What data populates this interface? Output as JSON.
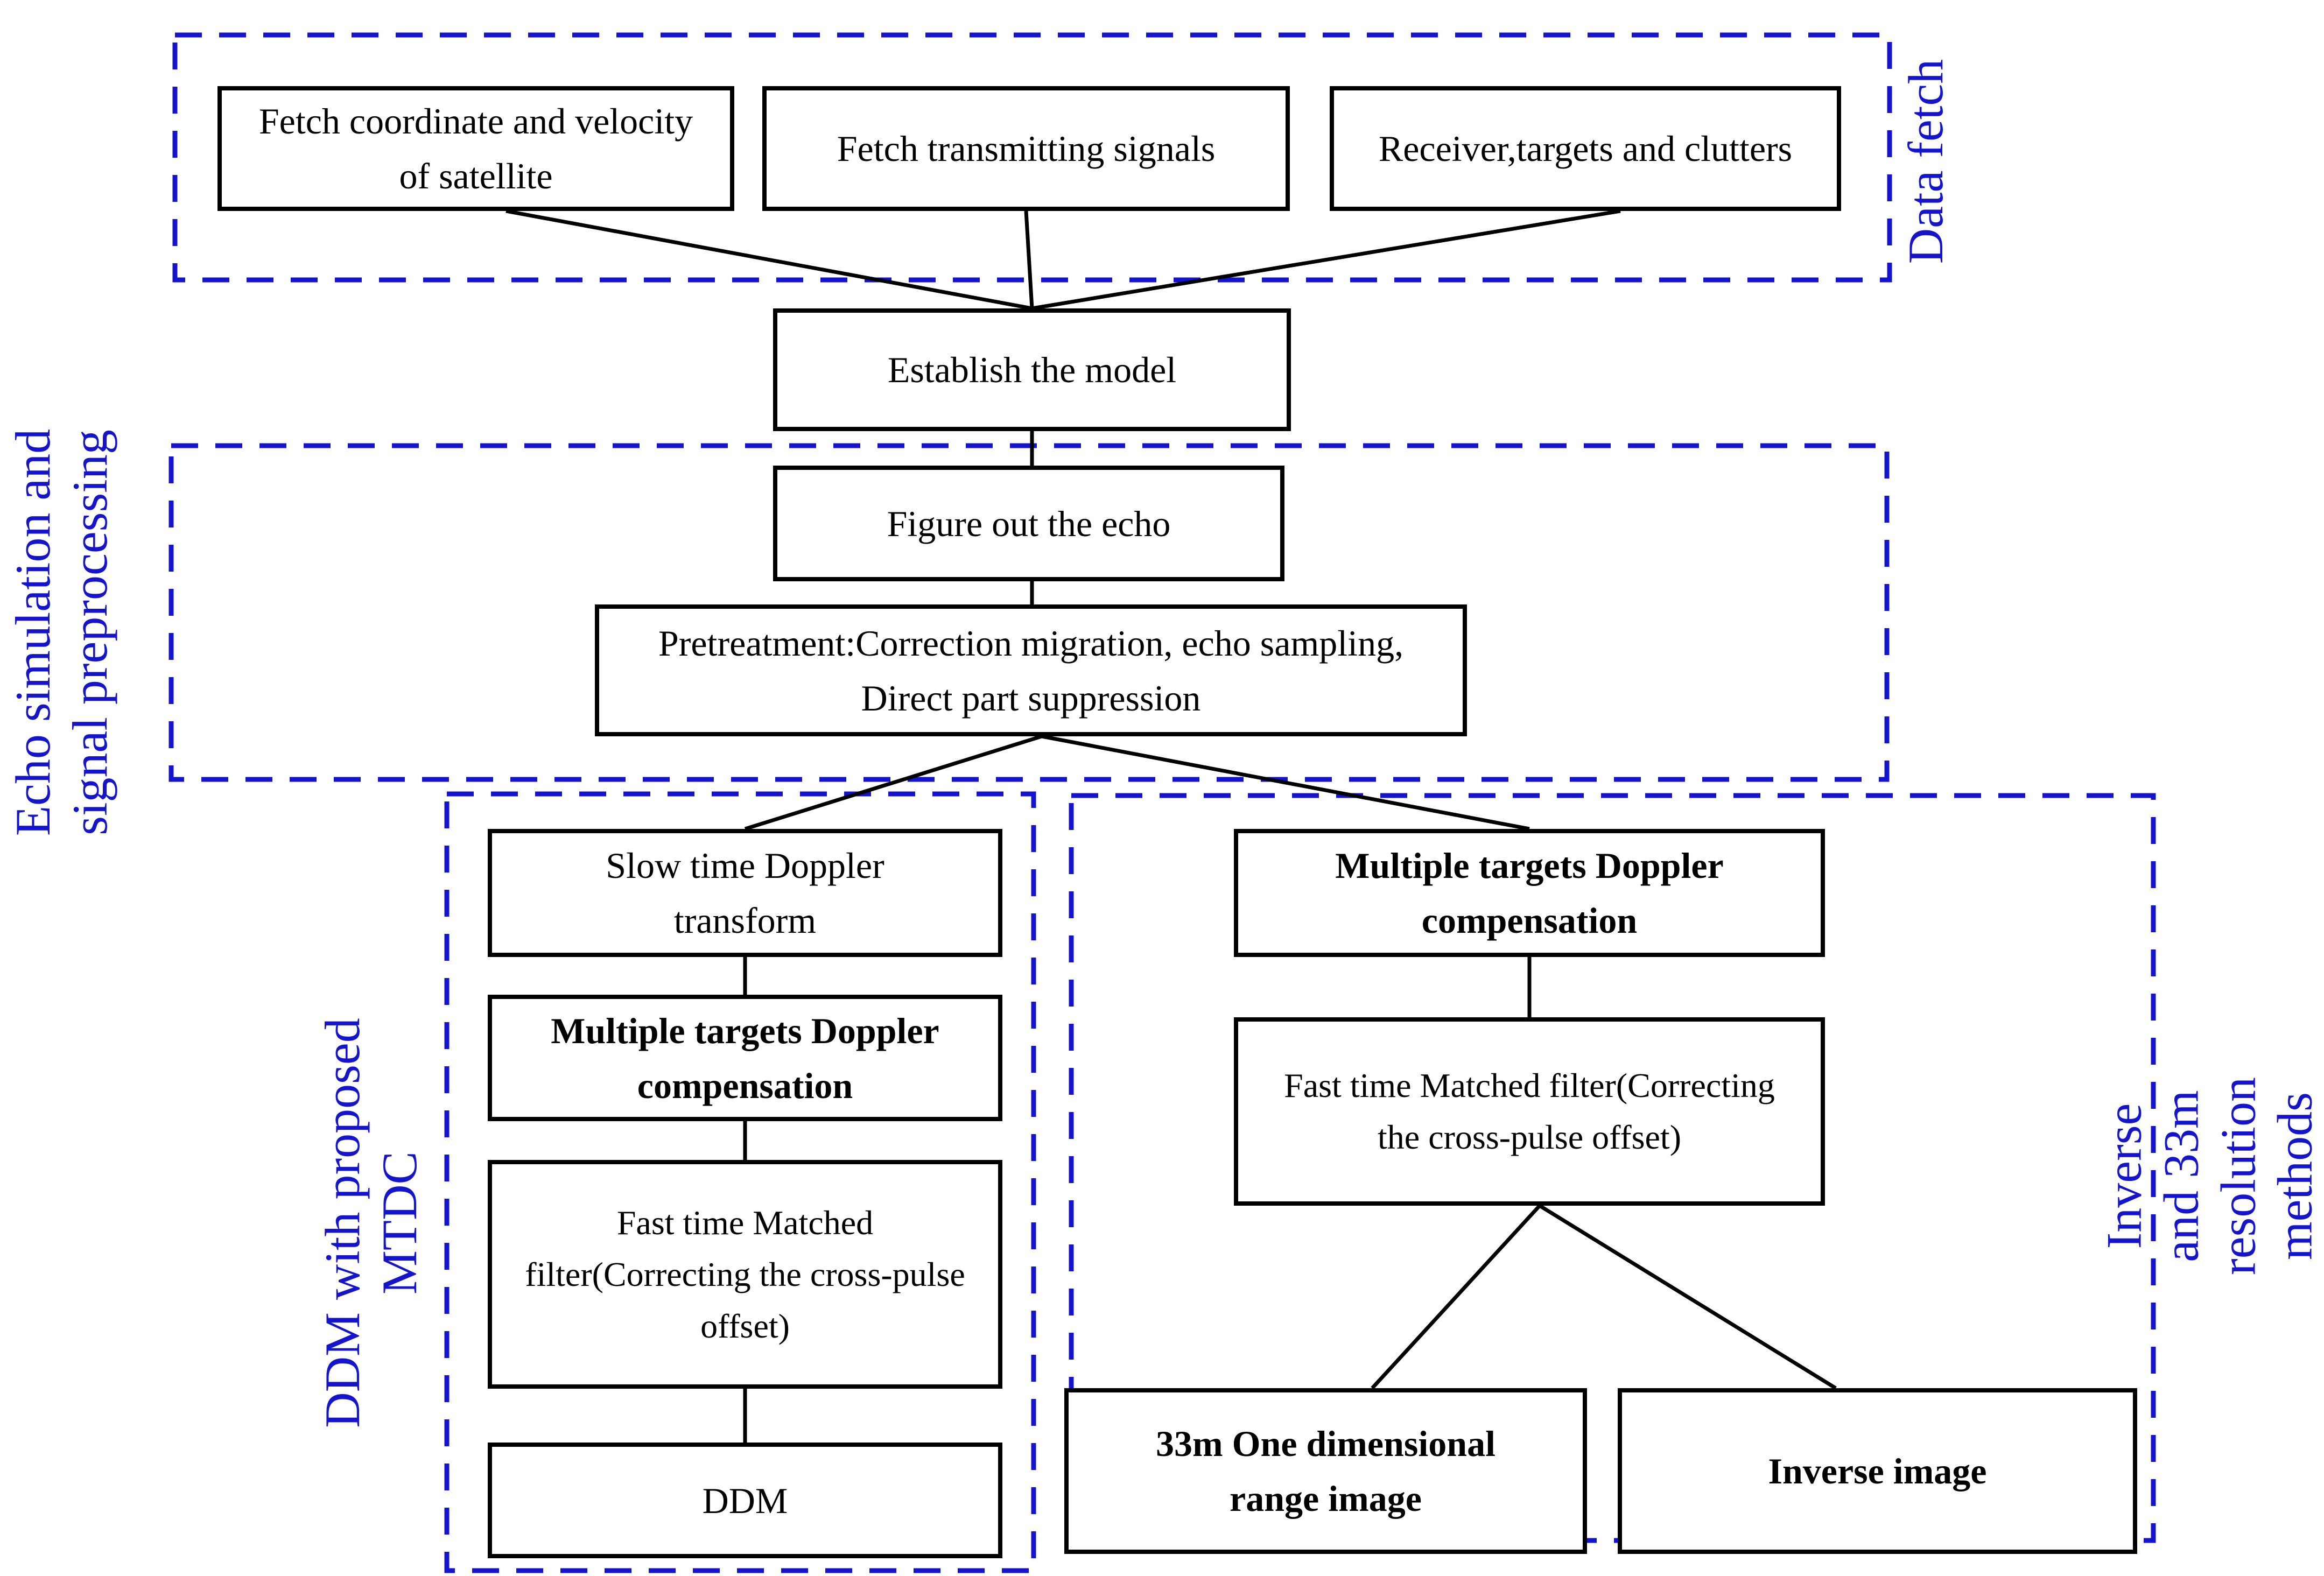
{
  "colors": {
    "group_outline_blue": "#1414CF",
    "node_border_black": "#000000",
    "connector_black": "#000000"
  },
  "groups": {
    "data_fetch": {
      "label": "Data fetch"
    },
    "echo_sim": {
      "label": "Echo simulation and\nsignal preprocessing"
    },
    "ddm_mtdc": {
      "label": "DDM with proposed\nMTDC"
    },
    "inverse_33m": {
      "label": "Inverse and 33m\nresolution methods"
    }
  },
  "nodes": {
    "fetch_coord": {
      "text": "Fetch coordinate and velocity of satellite"
    },
    "fetch_signals": {
      "text": "Fetch transmitting signals"
    },
    "receiver": {
      "text": "Receiver,targets and clutters"
    },
    "establish": {
      "text": "Establish the model"
    },
    "figure_echo": {
      "text": "Figure out the echo"
    },
    "pretreatment": {
      "text": "Pretreatment:Correction migration, echo sampling, Direct part suppression"
    },
    "slow_time": {
      "text": "Slow time Doppler transform"
    },
    "mtdc_left": {
      "text": "Multiple targets Doppler compensation"
    },
    "fast_left": {
      "text": "Fast time Matched filter(Correcting the cross-pulse offset)"
    },
    "ddm": {
      "text": "DDM"
    },
    "mtdc_right": {
      "text": "Multiple targets Doppler compensation"
    },
    "fast_right": {
      "text": "Fast time Matched filter(Correcting the cross-pulse offset)"
    },
    "range_image": {
      "text": "33m One dimensional range image"
    },
    "inverse_image": {
      "text": "Inverse image"
    }
  }
}
